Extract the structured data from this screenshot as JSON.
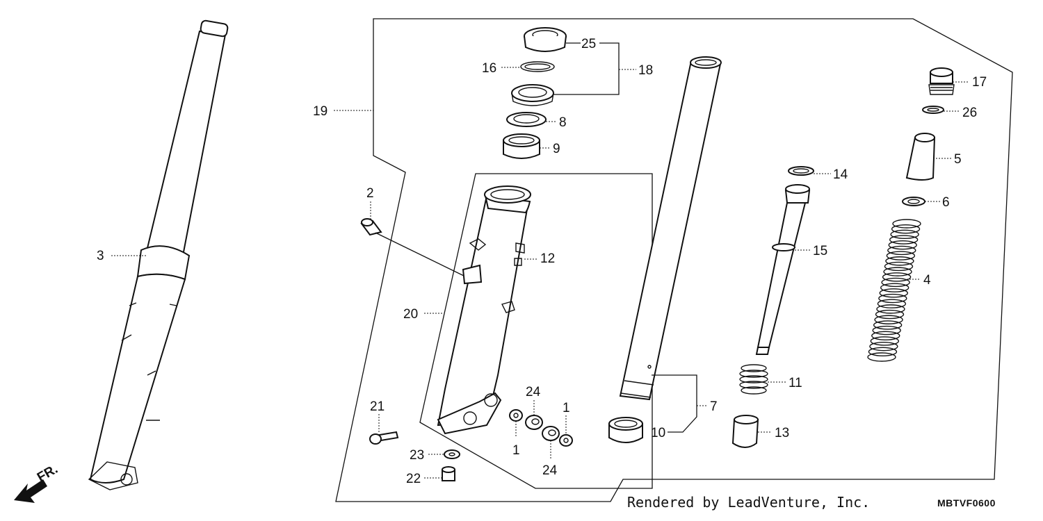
{
  "credit": "Rendered by LeadVenture, Inc.",
  "diagram_code": "MBTVF0600",
  "direction_label": "FR.",
  "callouts": [
    {
      "id": "3",
      "label": "3"
    },
    {
      "id": "19",
      "label": "19"
    },
    {
      "id": "25",
      "label": "25"
    },
    {
      "id": "16",
      "label": "16"
    },
    {
      "id": "18",
      "label": "18"
    },
    {
      "id": "8",
      "label": "8"
    },
    {
      "id": "9",
      "label": "9"
    },
    {
      "id": "2",
      "label": "2"
    },
    {
      "id": "12",
      "label": "12"
    },
    {
      "id": "20",
      "label": "20"
    },
    {
      "id": "17",
      "label": "17"
    },
    {
      "id": "26",
      "label": "26"
    },
    {
      "id": "5",
      "label": "5"
    },
    {
      "id": "14",
      "label": "14"
    },
    {
      "id": "6",
      "label": "6"
    },
    {
      "id": "15",
      "label": "15"
    },
    {
      "id": "4",
      "label": "4"
    },
    {
      "id": "11",
      "label": "11"
    },
    {
      "id": "7",
      "label": "7"
    },
    {
      "id": "10",
      "label": "10"
    },
    {
      "id": "13",
      "label": "13"
    },
    {
      "id": "21",
      "label": "21"
    },
    {
      "id": "24a",
      "label": "24"
    },
    {
      "id": "1a",
      "label": "1"
    },
    {
      "id": "1b",
      "label": "1"
    },
    {
      "id": "24b",
      "label": "24"
    },
    {
      "id": "23",
      "label": "23"
    },
    {
      "id": "22",
      "label": "22"
    }
  ]
}
